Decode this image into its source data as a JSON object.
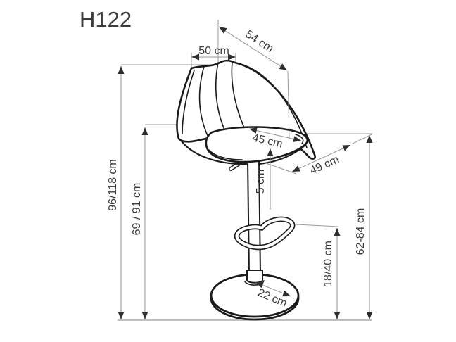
{
  "title": "H122",
  "colors": {
    "background": "#ffffff",
    "title_text": "#3c3c3c",
    "label_text": "#3a3a3a",
    "dimension_line": "#9a9a9a",
    "arrowhead": "#2f2f2f",
    "chair_outline": "#1a1a1a"
  },
  "dim_labels": {
    "top_width": "50 cm",
    "backrest_diagonal": "54 cm",
    "seat_width": "45 cm",
    "seat_depth": "49 cm",
    "gas_lift": "5 cm",
    "total_height": "96/118 cm",
    "seat_height": "69 / 91 cm",
    "height_range": "62-84 cm",
    "footrest_height": "18/40 cm",
    "base_diameter": "22 cm"
  }
}
